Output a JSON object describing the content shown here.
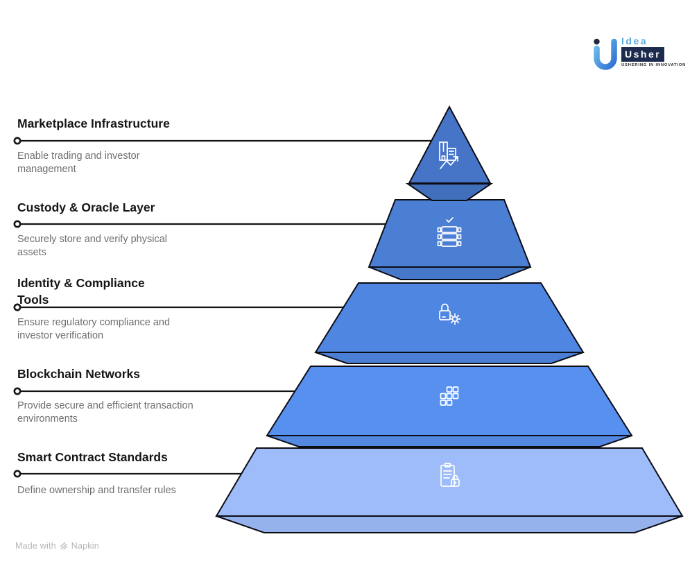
{
  "logo": {
    "name": "Idea Usher",
    "word1": "Idea",
    "word2": "Usher",
    "tagline": "USHERING IN INNOVATION"
  },
  "footer": {
    "made_with": "Made with",
    "brand": "Napkin"
  },
  "diagram": {
    "type": "pyramid",
    "levels": [
      {
        "rank": 1,
        "title": "Marketplace Infrastructure",
        "description": "Enable trading and investor management",
        "color": "#4675c7",
        "icon": "building-trend-arrow-icon"
      },
      {
        "rank": 2,
        "title": "Custody & Oracle Layer",
        "description": "Securely store and verify physical assets",
        "color": "#4a7fd4",
        "icon": "database-check-icon"
      },
      {
        "rank": 3,
        "title": "Identity & Compliance Tools",
        "description": "Ensure regulatory compliance and investor verification",
        "color": "#4f86e1",
        "icon": "lock-gear-icon"
      },
      {
        "rank": 4,
        "title": "Blockchain Networks",
        "description": "Provide secure and efficient transaction environments",
        "color": "#5890f0",
        "icon": "blockchain-blocks-icon"
      },
      {
        "rank": 5,
        "title": "Smart Contract Standards",
        "description": "Define ownership and transfer rules",
        "color": "#9ebcf9",
        "icon": "contract-lock-icon"
      }
    ]
  }
}
